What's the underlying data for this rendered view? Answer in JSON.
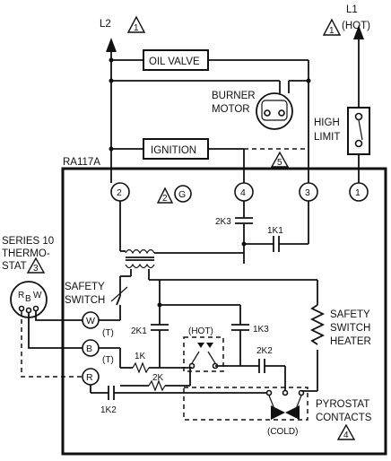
{
  "labels": {
    "l2": "L2",
    "l1": "L1",
    "hot": "(HOT)",
    "oil_valve": "OIL VALVE",
    "burner": "BURNER",
    "motor": "MOTOR",
    "high": "HIGH",
    "limit": "LIMIT",
    "ignition": "IGNITION",
    "model": "RA117A",
    "terminal_2": "2",
    "terminal_4": "4",
    "terminal_3": "3",
    "terminal_1": "1",
    "ground": "G",
    "k2k3": "2K3",
    "k1k1": "1K1",
    "thermostat_line1": "SERIES 10",
    "thermostat_line2": "THERMO-",
    "thermostat_line3": "STAT",
    "thermostat_r": "R",
    "thermostat_b": "B",
    "thermostat_w": "W",
    "safety": "SAFETY",
    "switch": "SWITCH",
    "term_w": "W",
    "term_b": "B",
    "term_r": "R",
    "t1": "(T)",
    "t2": "(T)",
    "k2k1": "2K1",
    "k1k": "1K",
    "k2k": "2K",
    "k1k2": "1K2",
    "hot_contact": "(HOT)",
    "k1k3": "1K3",
    "k2k2": "2K2",
    "cold_contact": "(COLD)",
    "safety_switch_heater_1": "SAFETY",
    "safety_switch_heater_2": "SWITCH",
    "safety_switch_heater_3": "HEATER",
    "pyrostat_1": "PYROSTAT",
    "pyrostat_2": "CONTACTS"
  },
  "notes": {
    "n1a": "1",
    "n1b": "1",
    "n2": "2",
    "n3": "3",
    "n4": "4",
    "n5": "5"
  }
}
